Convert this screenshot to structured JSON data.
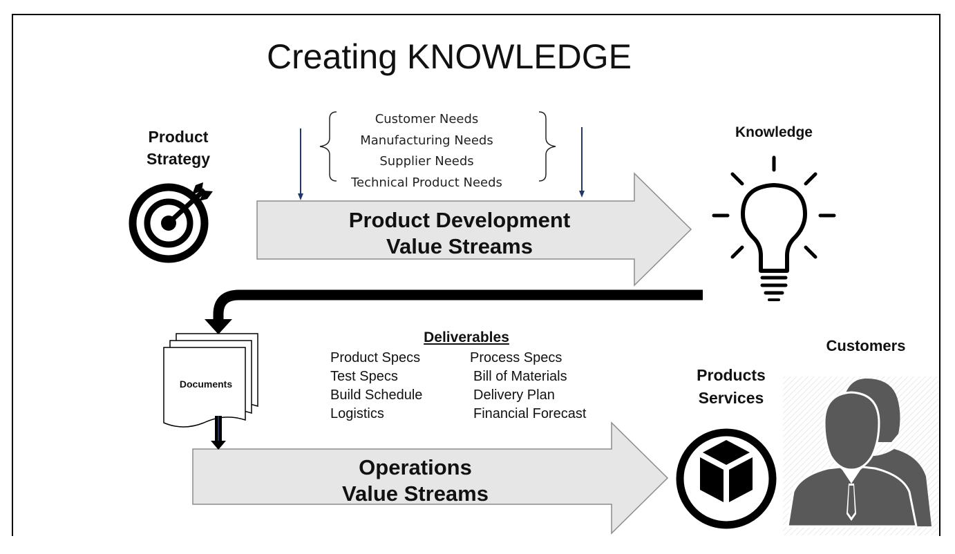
{
  "title": "Creating KNOWLEDGE",
  "needs": [
    "Customer Needs",
    "Manufacturing Needs",
    "Supplier Needs",
    "Technical Product Needs"
  ],
  "product_strategy": [
    "Product",
    "Strategy"
  ],
  "knowledge_label": "Knowledge",
  "pd_value_streams": [
    "Product Development",
    "Value Streams"
  ],
  "documents_label": "Documents",
  "deliverables": {
    "title": "Deliverables",
    "left": [
      "Product Specs",
      "Test Specs",
      "Build Schedule",
      "Logistics"
    ],
    "right": [
      "Process Specs",
      "Bill of Materials",
      "Delivery Plan",
      "Financial Forecast"
    ]
  },
  "ops_value_streams": [
    "Operations",
    "Value Streams"
  ],
  "products_services": [
    "Products",
    "Services"
  ],
  "customers_label": "Customers",
  "colors": {
    "arrow_fill": "#e6e6e6",
    "arrow_stroke": "#8c8c8c",
    "icon": "#595959",
    "down_arrow_line": "#1f3864"
  }
}
